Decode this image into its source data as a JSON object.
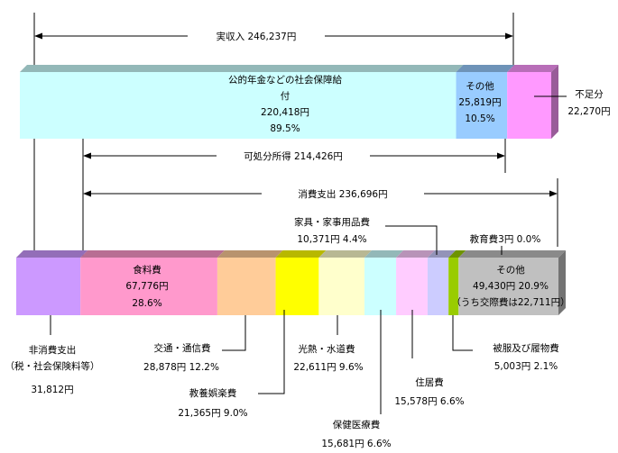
{
  "chart_data": {
    "type": "bar",
    "title": "",
    "colors": {
      "shakai_hosho": "#ccffff",
      "sonota_income": "#99ccff",
      "fusoku": "#ff99ff",
      "hishohi": "#cc99ff",
      "shokuryo": "#ff99cc",
      "kotsu": "#ffcc99",
      "kyoyo": "#ffff00",
      "konetsu": "#ffffcc",
      "hoken": "#ccffff",
      "jukyo": "#ffccff",
      "kagu": "#ccccff",
      "hifuku": "#99cc00",
      "kyoiku": "#ffffff",
      "sonota_spending": "#c0c0c0"
    },
    "annotations": {
      "jitsu_shunyu": "実収入  246,237円",
      "kashobun_shotoku": "可処分所得  214,426円",
      "shohi_shishutsu": "消費支出  236,696円"
    },
    "income_bar": {
      "values_yen": [
        220418,
        25819,
        22270
      ],
      "segments": [
        {
          "key": "shakai_hosho",
          "lines": [
            "公的年金などの社会保障給",
            "付",
            "220,418円",
            "89.5%"
          ]
        },
        {
          "key": "sonota_income",
          "lines": [
            "その他",
            "25,819円",
            "10.5%"
          ]
        },
        {
          "key": "fusoku",
          "lines": [
            "不足分",
            "22,270円"
          ]
        }
      ]
    },
    "spending_bar": {
      "values_yen": [
        31812,
        67776,
        28878,
        21365,
        22611,
        15681,
        15578,
        10371,
        5003,
        3,
        49430
      ],
      "segments": [
        {
          "key": "hishohi",
          "lines": [
            "非消費支出",
            "（税・社会保険料等）",
            "31,812円"
          ]
        },
        {
          "key": "shokuryo",
          "lines": [
            "食料費",
            "67,776円",
            "28.6%"
          ]
        },
        {
          "key": "kotsu",
          "lines": [
            "交通・通信費",
            "28,878円 12.2%"
          ]
        },
        {
          "key": "kyoyo",
          "lines": [
            "教養娯楽費",
            "21,365円 9.0%"
          ]
        },
        {
          "key": "konetsu",
          "lines": [
            "光熱・水道費",
            "22,611円 9.6%"
          ]
        },
        {
          "key": "hoken",
          "lines": [
            "保健医療費",
            "15,681円 6.6%"
          ]
        },
        {
          "key": "jukyo",
          "lines": [
            "住居費",
            "15,578円 6.6%"
          ]
        },
        {
          "key": "kagu",
          "lines": [
            "家具・家事用品費",
            "10,371円 4.4%"
          ]
        },
        {
          "key": "hifuku",
          "lines": [
            "被服及び履物費",
            "5,003円 2.1%"
          ]
        },
        {
          "key": "kyoiku",
          "lines": [
            "教育費3円 0.0%"
          ]
        },
        {
          "key": "sonota_spending",
          "lines": [
            "その他",
            "49,430円 20.9%",
            "（うち交際費は22,711円）"
          ]
        }
      ]
    }
  }
}
